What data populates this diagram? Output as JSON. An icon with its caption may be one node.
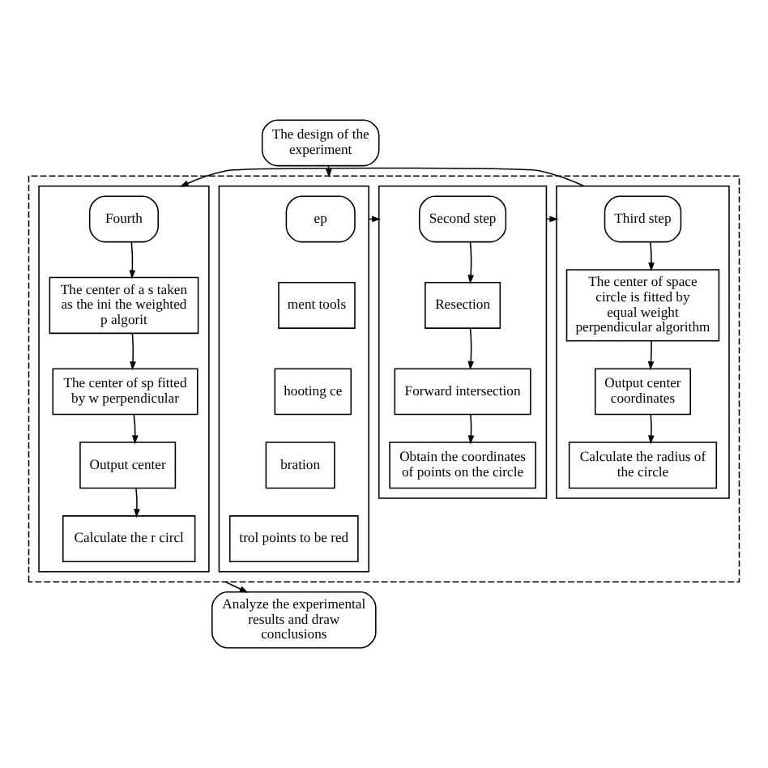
{
  "diagram": {
    "nodes": [
      {
        "text": [
          "The design of the experiment"
        ]
      },
      {
        "text": [],
        "shape": "box"
      },
      {
        "text": [],
        "shape": "box",
        "in": 1
      },
      {
        "text": [
          "ep"
        ],
        "in": 2
      },
      {
        "text": [
          "ment tools"
        ],
        "in": 2
      },
      {
        "text": [
          "hooting ce"
        ],
        "in": 2
      },
      {
        "text": [
          "bration"
        ],
        "in": 2
      },
      {
        "text": [
          "trol points to be red"
        ],
        "in": 2
      },
      {
        "text": [],
        "shape": "box",
        "in": 1
      },
      {
        "text": [
          "Second step"
        ],
        "in": 8
      },
      {
        "text": [
          "Resection"
        ],
        "in": 8
      },
      {
        "text": [
          "Forward intersection"
        ],
        "in": 8
      },
      {
        "text": [
          "Obtain the coordinates of points on the circle"
        ],
        "in": 8
      },
      {
        "text": [],
        "shape": "box",
        "in": 1
      },
      {
        "text": [
          "Third step"
        ],
        "in": 13
      },
      {
        "text": [
          "The center of space circle is fitted by equal weight perpendicular algorithm"
        ],
        "in": 13
      },
      {
        "text": [
          "Output center coordinates"
        ],
        "in": 13
      },
      {
        "text": [
          "Calculate the radius of the circle"
        ],
        "in": 13
      },
      {
        "text": [],
        "shape": "box",
        "in": 1
      },
      {
        "text": [
          "Fourth"
        ],
        "in": 18
      },
      {
        "text": [
          "The center of a s taken as the ini the weighted p algorit"
        ],
        "in": 18
      },
      {
        "text": [
          "The center of sp fitted by w perpendicular"
        ],
        "in": 18
      },
      {
        "text": [
          "Output center"
        ],
        "in": 18
      },
      {
        "text": [
          "Calculate the r circl"
        ],
        "in": 18
      },
      {
        "text": [
          "Analyze the experimental results and draw conclusions"
        ]
      }
    ],
    "edges": [
      {
        "from": 0,
        "to": 1,
        "arrow": "to"
      },
      {
        "from": 2,
        "to": 8,
        "arrow": "to"
      },
      {
        "from": 8,
        "to": 13,
        "arrow": "to"
      },
      {
        "from": 13,
        "to": 18,
        "arrow": "to"
      },
      {
        "from": 9,
        "to": 10,
        "arrow": "to"
      },
      {
        "from": 10,
        "to": 11,
        "arrow": "to"
      },
      {
        "from": 11,
        "to": 12,
        "arrow": "to"
      },
      {
        "from": 14,
        "to": 15,
        "arrow": "to"
      },
      {
        "from": 15,
        "to": 16,
        "arrow": "to"
      },
      {
        "from": 16,
        "to": 17,
        "arrow": "to"
      },
      {
        "from": 19,
        "to": 20,
        "arrow": "to"
      },
      {
        "from": 20,
        "to": 21,
        "arrow": "to"
      },
      {
        "from": 21,
        "to": 22,
        "arrow": "to"
      },
      {
        "from": 22,
        "to": 23,
        "arrow": "to"
      },
      {
        "from": 1,
        "to": 24,
        "arrow": "to"
      }
    ]
  }
}
